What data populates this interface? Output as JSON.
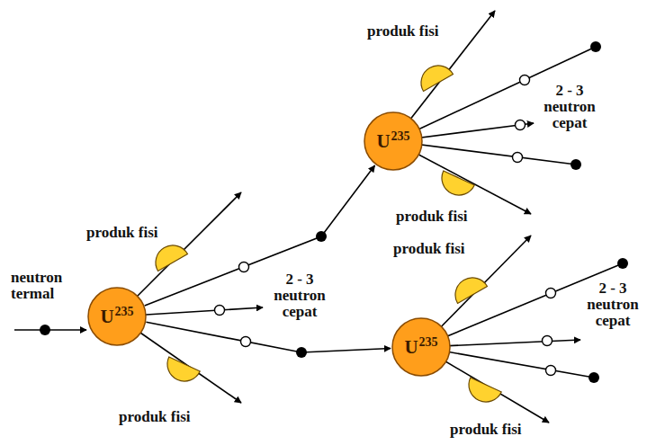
{
  "diagram": {
    "nodes": [
      {
        "text": [
          "U",
          "235"
        ]
      },
      {
        "text": [
          "U",
          "235"
        ]
      },
      {
        "text": [
          "U",
          "235"
        ]
      }
    ],
    "edges": [
      {
        "from": 0,
        "to": 1,
        "arrow": "to"
      },
      {
        "from": 0,
        "to": 2,
        "arrow": "to"
      }
    ],
    "labels": [
      "neutron termal",
      "produk fisi",
      "produk fisi",
      "2 - 3 neutron cepat",
      "produk fisi",
      "2 - 3 neutron cepat",
      "produk fisi",
      "produk fisi",
      "2 - 3 neutron cepat",
      "produk fisi"
    ]
  }
}
